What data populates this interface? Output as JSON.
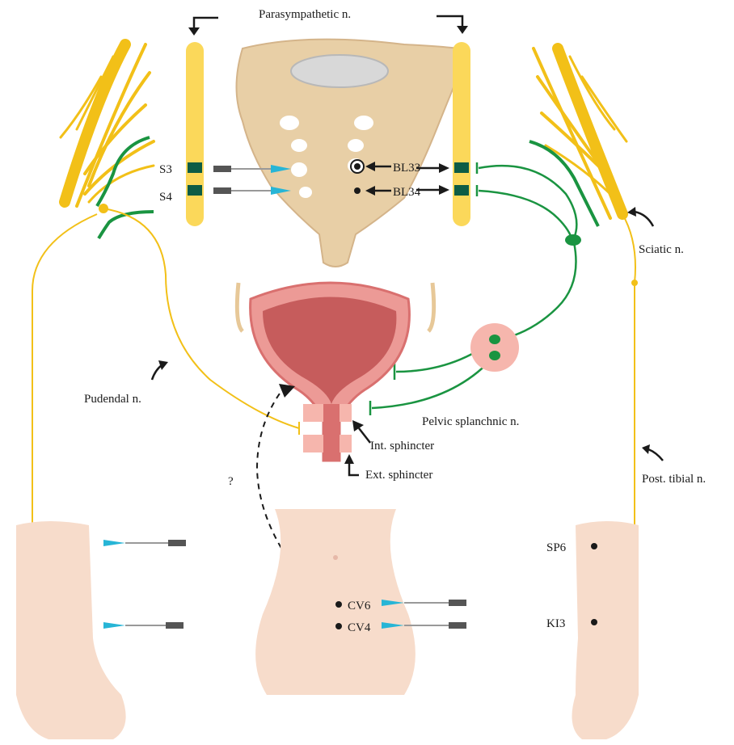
{
  "labels": {
    "parasympathetic": "Parasympathetic n.",
    "s3": "S3",
    "s4": "S4",
    "bl33": "BL33",
    "bl34": "BL34",
    "sciatic": "Sciatic n.",
    "pudendal": "Pudendal n.",
    "pelvic_splanchnic": "Pelvic splanchnic n.",
    "int_sphincter": "Int. sphincter",
    "ext_sphincter": "Ext. sphincter",
    "question": "?",
    "post_tibial": "Post. tibial n.",
    "sp6": "SP6",
    "ki3": "KI3",
    "cv6": "CV6",
    "cv4": "CV4"
  },
  "colors": {
    "nerve_yellow": "#f2c018",
    "spinal_yellow": "#fbd85a",
    "green": "#1a9441",
    "dark_green": "#0d5c45",
    "bone": "#e8cfa6",
    "bladder": "#d9706f",
    "sphincter": "#f6b6ad",
    "needle_tip": "#27b5d6",
    "skin": "#f7dccb"
  },
  "icons": [
    "needle-icon",
    "arrow-icon",
    "acupoint-dot-icon"
  ]
}
